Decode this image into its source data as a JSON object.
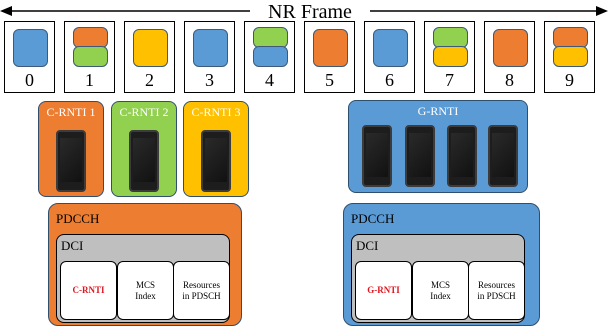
{
  "frame": {
    "title": "NR Frame",
    "slots": [
      {
        "number": "0",
        "blocks": [
          "blue"
        ]
      },
      {
        "number": "1",
        "blocks": [
          "orange",
          "green"
        ]
      },
      {
        "number": "2",
        "blocks": [
          "yellow"
        ]
      },
      {
        "number": "3",
        "blocks": [
          "blue"
        ]
      },
      {
        "number": "4",
        "blocks": [
          "green",
          "blue"
        ]
      },
      {
        "number": "5",
        "blocks": [
          "orange"
        ]
      },
      {
        "number": "6",
        "blocks": [
          "blue"
        ]
      },
      {
        "number": "7",
        "blocks": [
          "green",
          "yellow"
        ]
      },
      {
        "number": "8",
        "blocks": [
          "orange"
        ]
      },
      {
        "number": "9",
        "blocks": [
          "orange",
          "yellow"
        ]
      }
    ]
  },
  "colors": {
    "blue": "#5b9bd5",
    "orange": "#ed7d31",
    "green": "#92d050",
    "yellow": "#ffc000",
    "gray": "#bfbfbf",
    "rnti_text": "#e0141e"
  },
  "unicast_groups": [
    {
      "label": "C-RNTI 1",
      "color": "orange"
    },
    {
      "label": "C-RNTI 2",
      "color": "green"
    },
    {
      "label": "C-RNTI 3",
      "color": "yellow"
    }
  ],
  "multicast_group": {
    "label": "G-RNTI",
    "color": "blue",
    "device_count": 4
  },
  "unicast_pdcch": {
    "label": "PDCCH",
    "color": "orange",
    "dci": {
      "label": "DCI",
      "fields": [
        {
          "line1": "C-RNTI",
          "line2": "",
          "highlight": true
        },
        {
          "line1": "MCS",
          "line2": "Index",
          "highlight": false
        },
        {
          "line1": "Resources",
          "line2": "in PDSCH",
          "highlight": false
        }
      ]
    }
  },
  "multicast_pdcch": {
    "label": "PDCCH",
    "color": "blue",
    "dci": {
      "label": "DCI",
      "fields": [
        {
          "line1": "G-RNTI",
          "line2": "",
          "highlight": true
        },
        {
          "line1": "MCS",
          "line2": "Index",
          "highlight": false
        },
        {
          "line1": "Resources",
          "line2": "in PDSCH",
          "highlight": false
        }
      ]
    }
  }
}
